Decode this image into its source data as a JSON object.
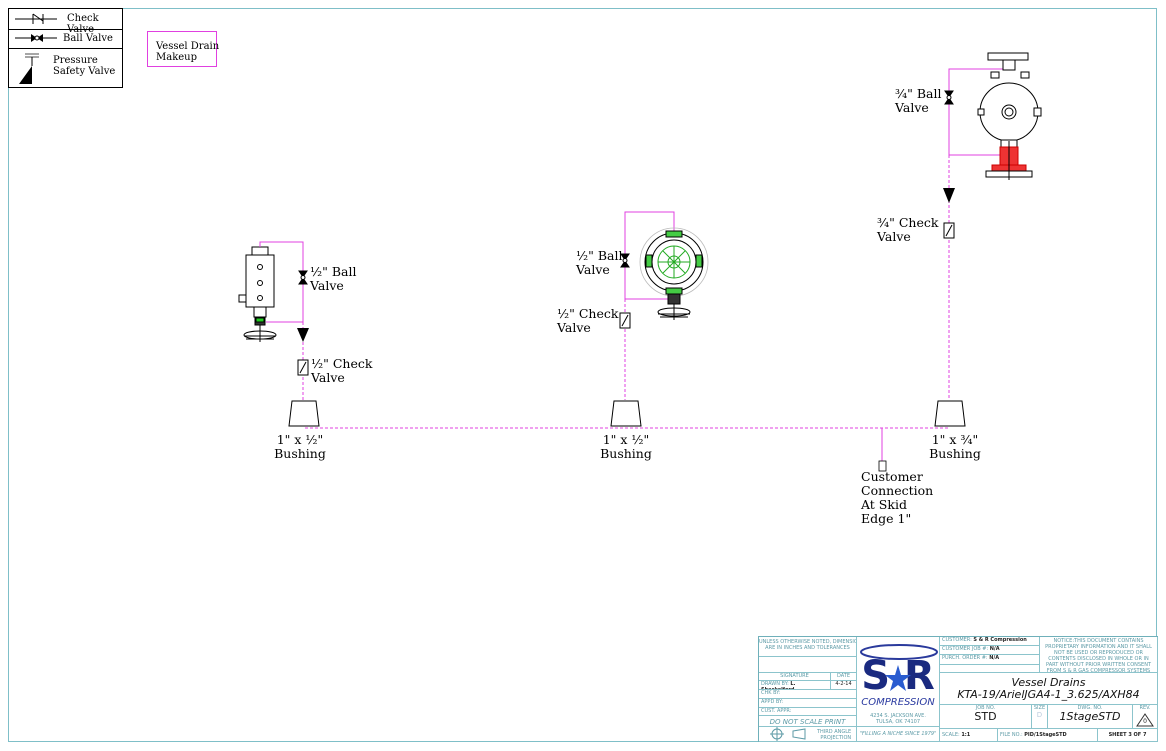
{
  "legend": {
    "check_valve": "Check Valve",
    "ball_valve": "Ball Valve",
    "psv": "Pressure\nSafety Valve"
  },
  "makeup_legend": "Vessel Drain\nMakeup",
  "labels": {
    "left_ball": "½\" Ball\nValve",
    "left_check": "½\" Check\nValve",
    "left_bushing": "1\" x ½\"\nBushing",
    "mid_ball": "½\" Ball\nValve",
    "mid_check": "½\" Check\nValve",
    "mid_bushing": "1\" x ½\"\nBushing",
    "right_ball": "¾\" Ball\nValve",
    "right_check": "¾\" Check\nValve",
    "right_bushing": "1\" x ¾\"\nBushing",
    "customer": "Customer\nConnection\nAt Skid\nEdge 1\""
  },
  "title_block": {
    "tolerance_note": "UNLESS OTHERWISE NOTED, DIMENSIONS\nARE IN INCHES AND TOLERANCES",
    "signature_hdr": "SIGNATURE",
    "date_hdr": "DATE",
    "drawn_by_label": "DRAWN BY:",
    "drawn_by": "L. Shackelford",
    "drawn_date": "4-2-14",
    "chk_by": "CHK BY:",
    "appd_by": "APPD BY:",
    "cust_appr": "CUST. APPR:",
    "do_not_scale": "DO NOT SCALE PRINT",
    "projection": "THIRD ANGLE\nPROJECTION",
    "company": "COMPRESSION",
    "address": "4234 S. JACKSON AVE.\nTULSA, OK 74107",
    "slogan": "\"FILLING A NICHE SINCE 1979\"",
    "customer_label": "CUSTOMER:",
    "customer": "S & R Compression",
    "customer_job_label": "CUSTOMER JOB #:",
    "customer_job": "N/A",
    "purch_order_label": "PURCH. ORDER #:",
    "purch_order": "N/A",
    "notice": "NOTICE:THIS DOCUMENT CONTAINS\nPROPRIETARY INFORMATION AND IT SHALL\nNOT BE USED OR REPRODUCED OR\nCONTENTS DISCLOSED IN WHOLE OR IN\nPART WITHOUT PRIOR WRITTEN CONSENT\nFROM S & R GAS COMPRESSOR SYSTEMS",
    "title1": "Vessel Drains",
    "title2": "KTA-19/ArielJGA4-1_3.625/AXH84",
    "job_no_label": "JOB NO.",
    "job_no": "STD",
    "size_label": "SIZE",
    "size": "D",
    "dwg_no_label": "DWG. NO.",
    "dwg_no": "1StageSTD",
    "rev_label": "REV.",
    "rev": "0",
    "scale_label": "SCALE:",
    "scale": "1:1",
    "file_label": "FILE NO.:",
    "file_no": "PID/1StageSTD",
    "sheet": "SHEET 3 OF 7"
  },
  "colors": {
    "drain": "#e040e0",
    "frame": "#7fbfc8",
    "titleblock": "#5c9aa6"
  }
}
